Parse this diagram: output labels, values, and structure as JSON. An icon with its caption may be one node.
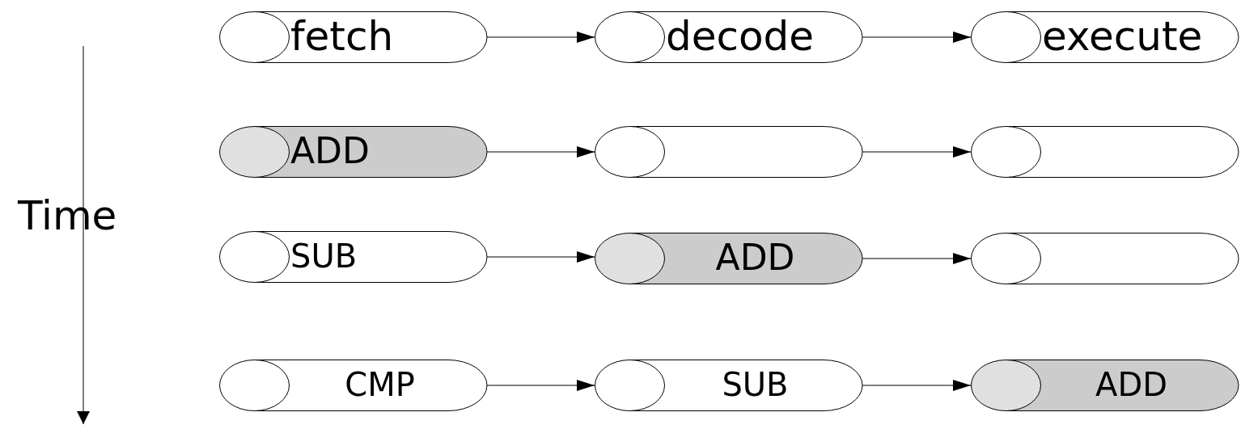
{
  "diagram": {
    "nodes": [
      {
        "text": [
          "fetch"
        ]
      },
      {
        "text": [
          "decode"
        ]
      },
      {
        "text": [
          "execute"
        ]
      },
      {
        "text": [
          "ADD"
        ]
      },
      {
        "text": [],
        "shape": "cylinder"
      },
      {
        "text": [],
        "shape": "cylinder"
      },
      {
        "text": [
          "SUB"
        ]
      },
      {
        "text": [
          "ADD"
        ]
      },
      {
        "text": [],
        "shape": "cylinder"
      },
      {
        "text": [
          "CMP"
        ]
      },
      {
        "text": [
          "SUB"
        ]
      },
      {
        "text": [
          "ADD"
        ]
      }
    ],
    "edges": [
      {
        "from": 0,
        "to": 1,
        "arrow": "to"
      },
      {
        "from": 1,
        "to": 2,
        "arrow": "to"
      },
      {
        "from": 3,
        "to": 4,
        "arrow": "to"
      },
      {
        "from": 4,
        "to": 5,
        "arrow": "to"
      },
      {
        "from": 6,
        "to": 7,
        "arrow": "to"
      },
      {
        "from": 7,
        "to": 8,
        "arrow": "to"
      },
      {
        "from": 9,
        "to": 10,
        "arrow": "to"
      },
      {
        "from": 10,
        "to": 11,
        "arrow": "to"
      }
    ],
    "labels": [
      "Time"
    ]
  }
}
